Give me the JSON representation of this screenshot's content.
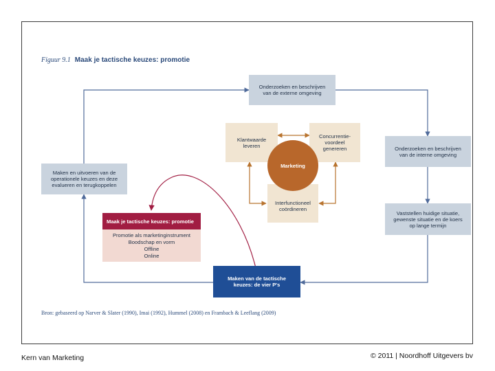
{
  "figure": {
    "label": "Figuur 9.1",
    "title": "Maak je tactische keuzes: promotie"
  },
  "nodes": {
    "extern": "Onderzoeken en beschrijven\nvan de externe omgeving",
    "intern": "Onderzoeken en beschrijven\nvan de interne omgeving",
    "situatie": "Vaststellen huidige situatie,\ngewenste situatie en de koers\nop lange termijn",
    "tactisch": "Maken van de tactische\nkeuzes: de vier P's",
    "uitvoeren": "Maken en uitvoeren van de\noperationele keuzes en deze\nevalueren en terugkoppelen",
    "klantwaarde": "Klantwaarde\nleveren",
    "concurrentie": "Concurrentie-\nvoordeel\ngenereren",
    "interfunctioneel": "Interfunctioneel\ncoördineren",
    "marketing": "Marketing"
  },
  "promo": {
    "title": "Maak je tactische keuzes: promotie",
    "items": [
      "Promotie als marketinginstrument",
      "Boodschap en vorm",
      "Offline",
      "Online"
    ]
  },
  "source": "Bron: gebaseerd op Narver & Slater (1990), Imai (1992), Hummel (2008) en Frambach & Leeflang (2009)",
  "footer": {
    "left": "Kern van Marketing",
    "right": "© 2011  |  Noordhoff Uitgevers bv"
  },
  "colors": {
    "flow_line": "#4f6a9a",
    "tan_arrow": "#b8732e",
    "curve": "#a11d42",
    "navy": "#1f4e96",
    "promo_head": "#a11d42"
  }
}
